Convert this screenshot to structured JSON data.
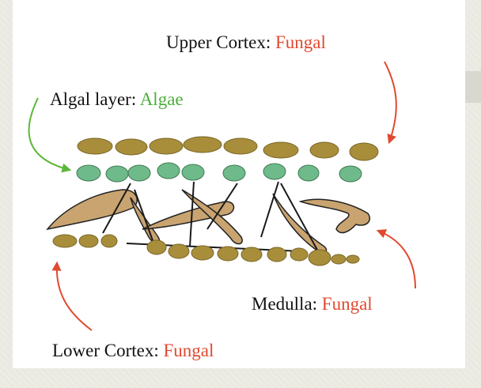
{
  "labels": {
    "upper_cortex": {
      "name": "Upper Cortex: ",
      "type": "Fungal"
    },
    "algal_layer": {
      "name": "Algal layer: ",
      "type": "Algae"
    },
    "medulla": {
      "name": "Medulla: ",
      "type": "Fungal"
    },
    "lower_cortex": {
      "name": "Lower Cortex: ",
      "type": "Fungal"
    }
  },
  "colors": {
    "fungal_label": "#e04a2f",
    "algae_label": "#4caf3c",
    "fungal_cell": "#a88e3a",
    "algal_cell": "#6fba8a",
    "hyphae": "#c9a470",
    "arrow_red": "#e04a2f",
    "arrow_green": "#5cb83a"
  }
}
